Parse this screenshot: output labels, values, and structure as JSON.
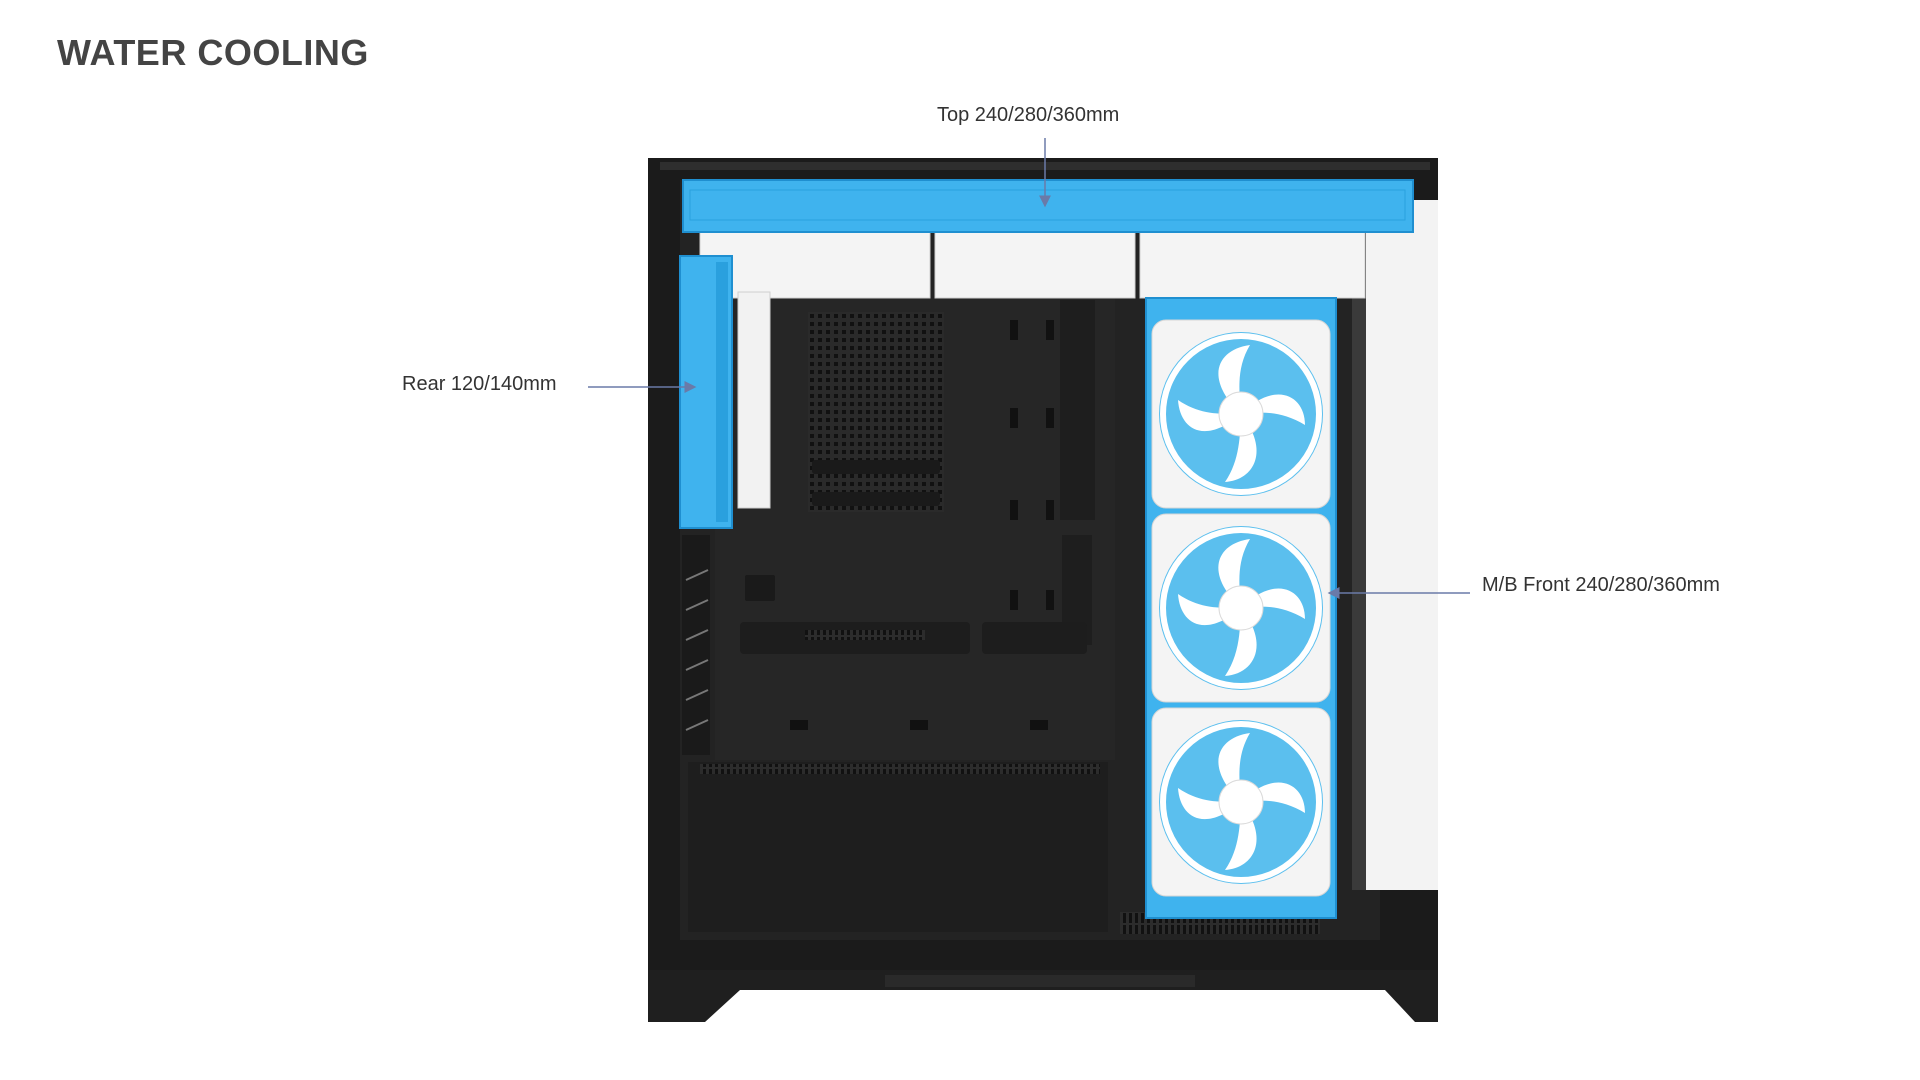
{
  "title": "WATER COOLING",
  "labels": {
    "top": "Top 240/280/360mm",
    "rear": "Rear 120/140mm",
    "front": "M/B Front 240/280/360mm"
  },
  "colors": {
    "radiator_blue": "#3fb3ee",
    "radiator_edge": "#1f8fd0",
    "case_black": "#1b1b1b",
    "panel_dark": "#2a2a2a",
    "leader_line": "#6a7aa8"
  }
}
